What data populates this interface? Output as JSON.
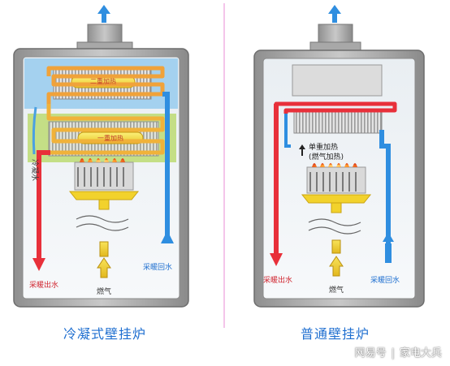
{
  "left_diagram": {
    "caption": "冷凝式壁挂炉",
    "stage2_label": "二重加热",
    "stage1_label": "一重加热",
    "condensate_label": "冷凝水",
    "hot_out_label": "采暖出水",
    "return_label": "采暖回水",
    "gas_label": "燃气"
  },
  "right_diagram": {
    "caption": "普通壁挂炉",
    "heat_label_line1": "单重加热",
    "heat_label_line2": "(燃气加热)",
    "hot_out_label": "采暖出水",
    "return_label": "采暖回水",
    "gas_label": "燃气"
  },
  "watermark": {
    "brand": "网易号",
    "separator": "|",
    "author": "家电大兵"
  },
  "colors": {
    "hot_pipe": "#e8303a",
    "cold_pipe": "#2f8ee0",
    "flue_blue": "#8cc7ee",
    "yellow_heat": "#f4e24a",
    "green_zone": "#b9d96a",
    "caption_blue": "#1f6fd0",
    "divider": "#e98bd4"
  }
}
